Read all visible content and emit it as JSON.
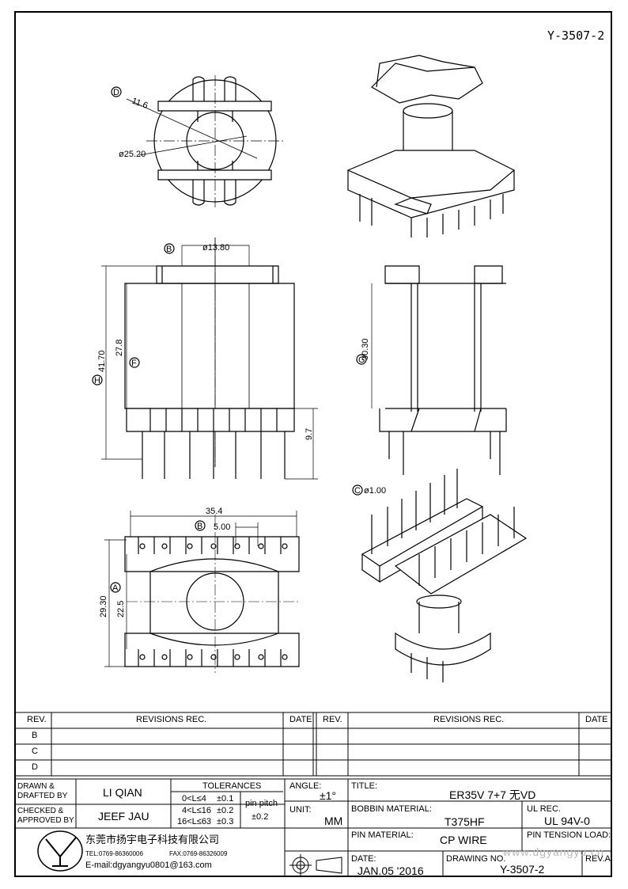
{
  "drawing_number_top": "Y-3507-2",
  "dimensions": {
    "d_label": "D",
    "d_value": "11.6",
    "dia_outer": "ø25.20",
    "b_label": "B",
    "b_value": "ø13.80",
    "h_label": "H",
    "h_value": "41.70",
    "f_label": "F",
    "f_value": "27.8",
    "g_label": "G",
    "g_value": "30.30",
    "pin_len": "9.7",
    "c_label": "C",
    "c_value": "ø1.00",
    "width": "35.4",
    "pitch_label": "B",
    "pitch_value": "5.00",
    "a_label": "A",
    "a_value": "22.5",
    "depth": "29.30"
  },
  "revisions": {
    "left_headers": [
      "REV.",
      "REVISIONS   REC.",
      "DATE"
    ],
    "right_headers": [
      "REV.",
      "REVISIONS   REC.",
      "DATE"
    ],
    "rows": [
      "B",
      "C",
      "D"
    ]
  },
  "title_block": {
    "drawn_label": "DRAWN &\nDRAFTED BY",
    "drawn_value": "LI QIAN",
    "checked_label": "CHECKED &\nAPPROVED BY",
    "checked_value": "JEEF JAU",
    "tolerances_label": "TOLERANCES",
    "tol_rows": [
      {
        "range": "0<L≤4",
        "tol": "±0.1"
      },
      {
        "range": "4<L≤16",
        "tol": "±0.2"
      },
      {
        "range": "16<L≤63",
        "tol": "±0.3"
      }
    ],
    "pin_pitch_label": "pin pitch",
    "pin_pitch_value": "±0.2",
    "angle_label": "ANGLE:",
    "angle_value": "±1°",
    "unit_label": "UNIT:",
    "unit_value": "MM",
    "title_label": "TITLE:",
    "title_value": "ER35V 7+7 无VD",
    "bobbin_label": "BOBBIN MATERIAL:",
    "bobbin_value": "T375HF",
    "ul_label": "UL REC.",
    "ul_value": "UL 94V-0",
    "pin_material_label": "PIN MATERIAL:",
    "pin_material_value": "CP WIRE",
    "pin_tension_label": "PIN TENSION LOAD:",
    "date_label": "DATE:",
    "date_value": "JAN.05 '2016",
    "drawing_no_label": "DRAWING NO.",
    "drawing_no_value": "Y-3507-2",
    "rev_label": "REV.A",
    "company_name": "东莞市扬宇电子科技有限公司",
    "company_tel": "TEL:0769-86360006",
    "company_fax": "FAX:0769-86326009",
    "company_email": "E-mail:dgyangyu0801@163.com"
  },
  "watermark": "www.dgyangyu.cn"
}
